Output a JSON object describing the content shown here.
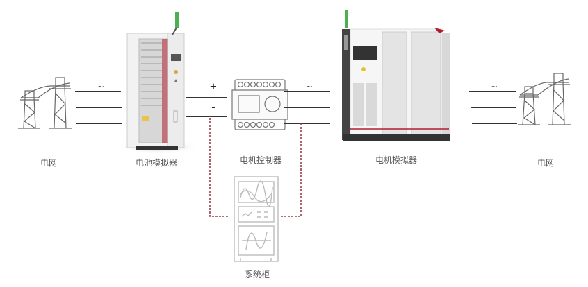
{
  "title": "电机测试系统连接示意图",
  "nodes": {
    "grid_left": {
      "label": "电网",
      "icon": "power-tower-icon"
    },
    "battery_simulator": {
      "label": "电池模拟器",
      "icon": "battery-simulator-cabinet"
    },
    "motor_controller": {
      "label": "电机控制器",
      "icon": "motor-controller-icon"
    },
    "system_cabinet": {
      "label": "系统柜",
      "icon": "system-cabinet-icon"
    },
    "motor_simulator": {
      "label": "电机模拟器",
      "icon": "motor-simulator-cabinet"
    },
    "grid_right": {
      "label": "电网",
      "icon": "power-tower-icon"
    }
  },
  "connections": {
    "ac_symbol": "~",
    "dc_plus": "+",
    "dc_minus": "-"
  },
  "colors": {
    "line": "#333333",
    "dashed_link": "#9b3b4a",
    "icon_stroke": "#666666",
    "cabinet_accent": "#b01e2e",
    "beacon": "#4caf50"
  }
}
